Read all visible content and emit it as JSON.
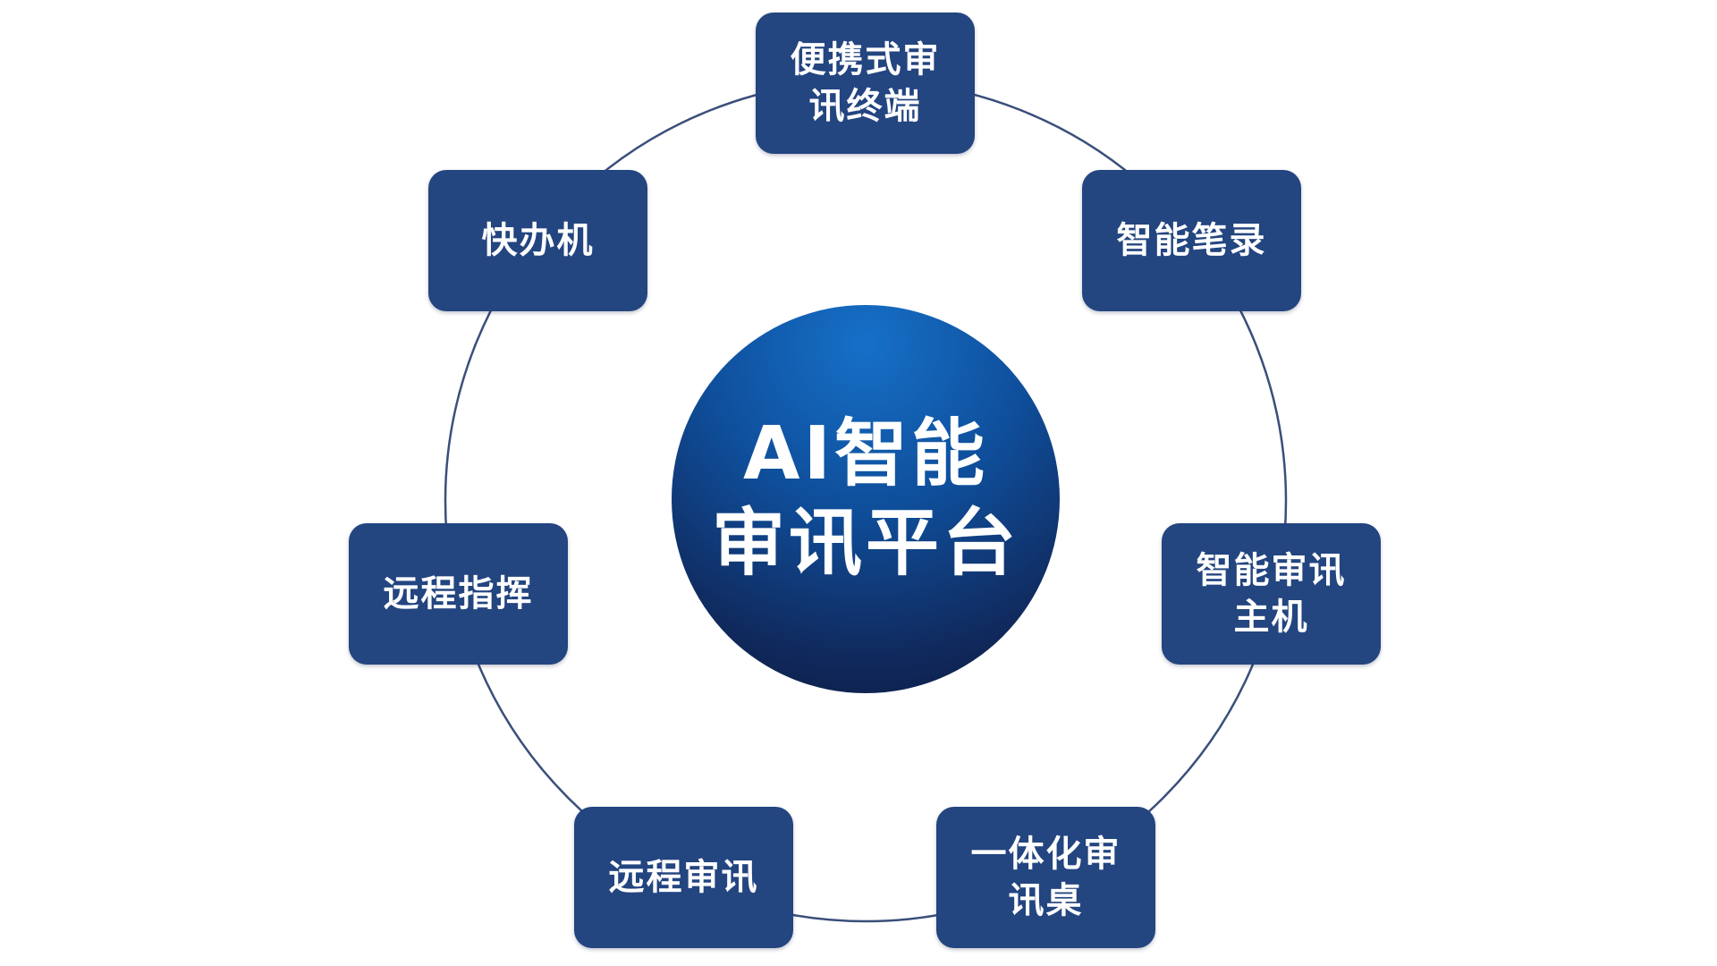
{
  "center": {
    "line1": "AI智能",
    "line2": "审讯平台"
  },
  "nodes": [
    {
      "line1": "便携式审",
      "line2": "讯终端"
    },
    {
      "line1": "智能笔录",
      "line2": ""
    },
    {
      "line1": "智能审讯",
      "line2": "主机"
    },
    {
      "line1": "一体化审",
      "line2": "讯桌"
    },
    {
      "line1": "远程审讯",
      "line2": ""
    },
    {
      "line1": "远程指挥",
      "line2": ""
    },
    {
      "line1": "快办机",
      "line2": ""
    }
  ],
  "colors": {
    "node_fill": "#234580",
    "ring_stroke": "#3a4f7a",
    "center_light": "#1670c8",
    "center_dark": "#0b1a40",
    "text": "#ffffff"
  }
}
